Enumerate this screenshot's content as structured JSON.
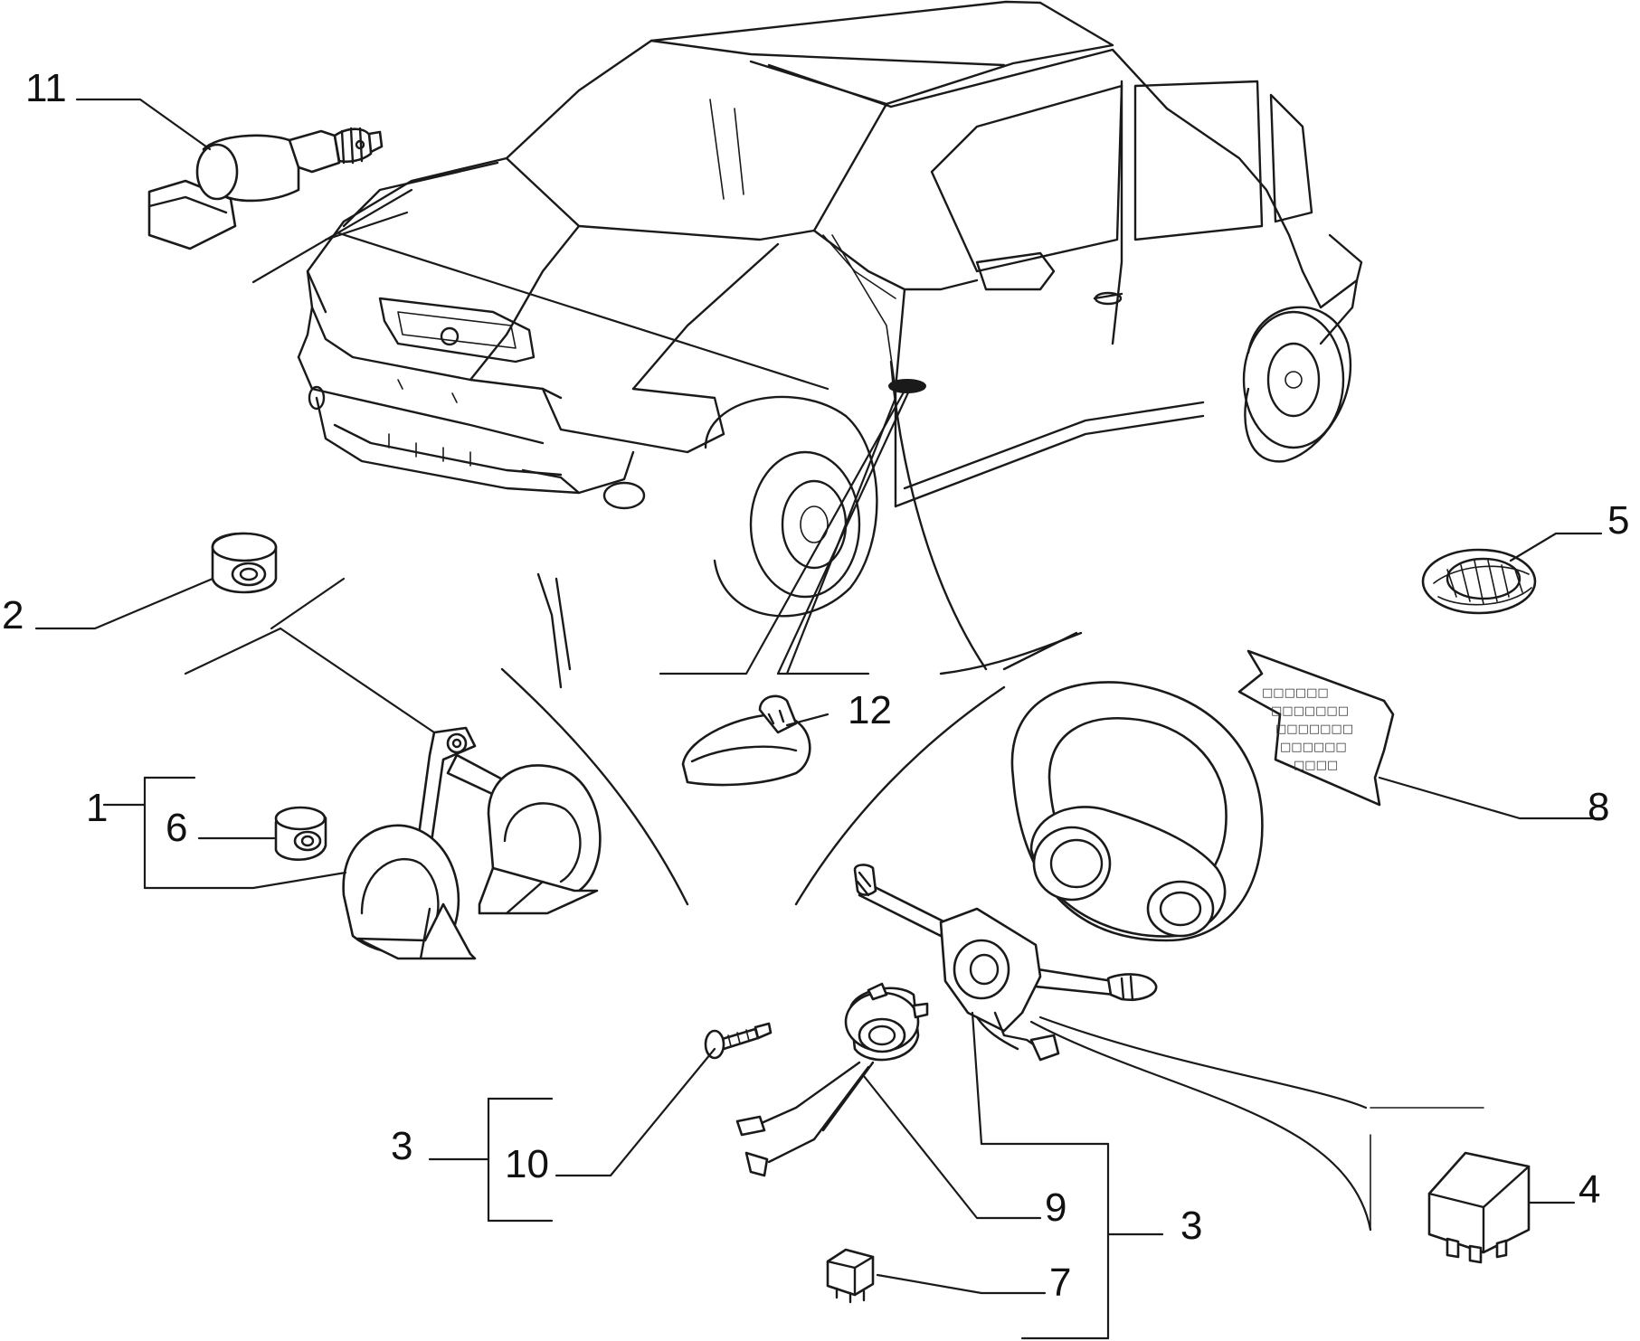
{
  "diagram": {
    "callouts": [
      {
        "id": "c11",
        "label": "11"
      },
      {
        "id": "c2",
        "label": "2"
      },
      {
        "id": "c5",
        "label": "5"
      },
      {
        "id": "c12",
        "label": "12"
      },
      {
        "id": "c1",
        "label": "1"
      },
      {
        "id": "c6",
        "label": "6"
      },
      {
        "id": "c8",
        "label": "8"
      },
      {
        "id": "c3a",
        "label": "3"
      },
      {
        "id": "c10",
        "label": "10"
      },
      {
        "id": "c9",
        "label": "9"
      },
      {
        "id": "c3b",
        "label": "3"
      },
      {
        "id": "c4",
        "label": "4"
      },
      {
        "id": "c7",
        "label": "7"
      }
    ],
    "parts": [
      {
        "id": "part-11",
        "icon": "switch-assembly-icon"
      },
      {
        "id": "part-2",
        "icon": "bushing-icon"
      },
      {
        "id": "part-5",
        "icon": "badge-emblem-icon"
      },
      {
        "id": "part-12",
        "icon": "side-indicator-lamp-icon"
      },
      {
        "id": "part-1",
        "icon": "horn-pair-icon"
      },
      {
        "id": "part-6",
        "icon": "spacer-icon"
      },
      {
        "id": "part-8",
        "icon": "label-sheet-icon"
      },
      {
        "id": "part-10",
        "icon": "screw-icon"
      },
      {
        "id": "part-9",
        "icon": "clock-spring-icon"
      },
      {
        "id": "part-3",
        "icon": "steering-column-switch-icon"
      },
      {
        "id": "part-4",
        "icon": "relay-large-icon"
      },
      {
        "id": "part-7",
        "icon": "relay-small-icon"
      },
      {
        "id": "vehicle",
        "icon": "hatchback-car-icon"
      },
      {
        "id": "steering-wheel",
        "icon": "steering-wheel-icon"
      }
    ]
  }
}
